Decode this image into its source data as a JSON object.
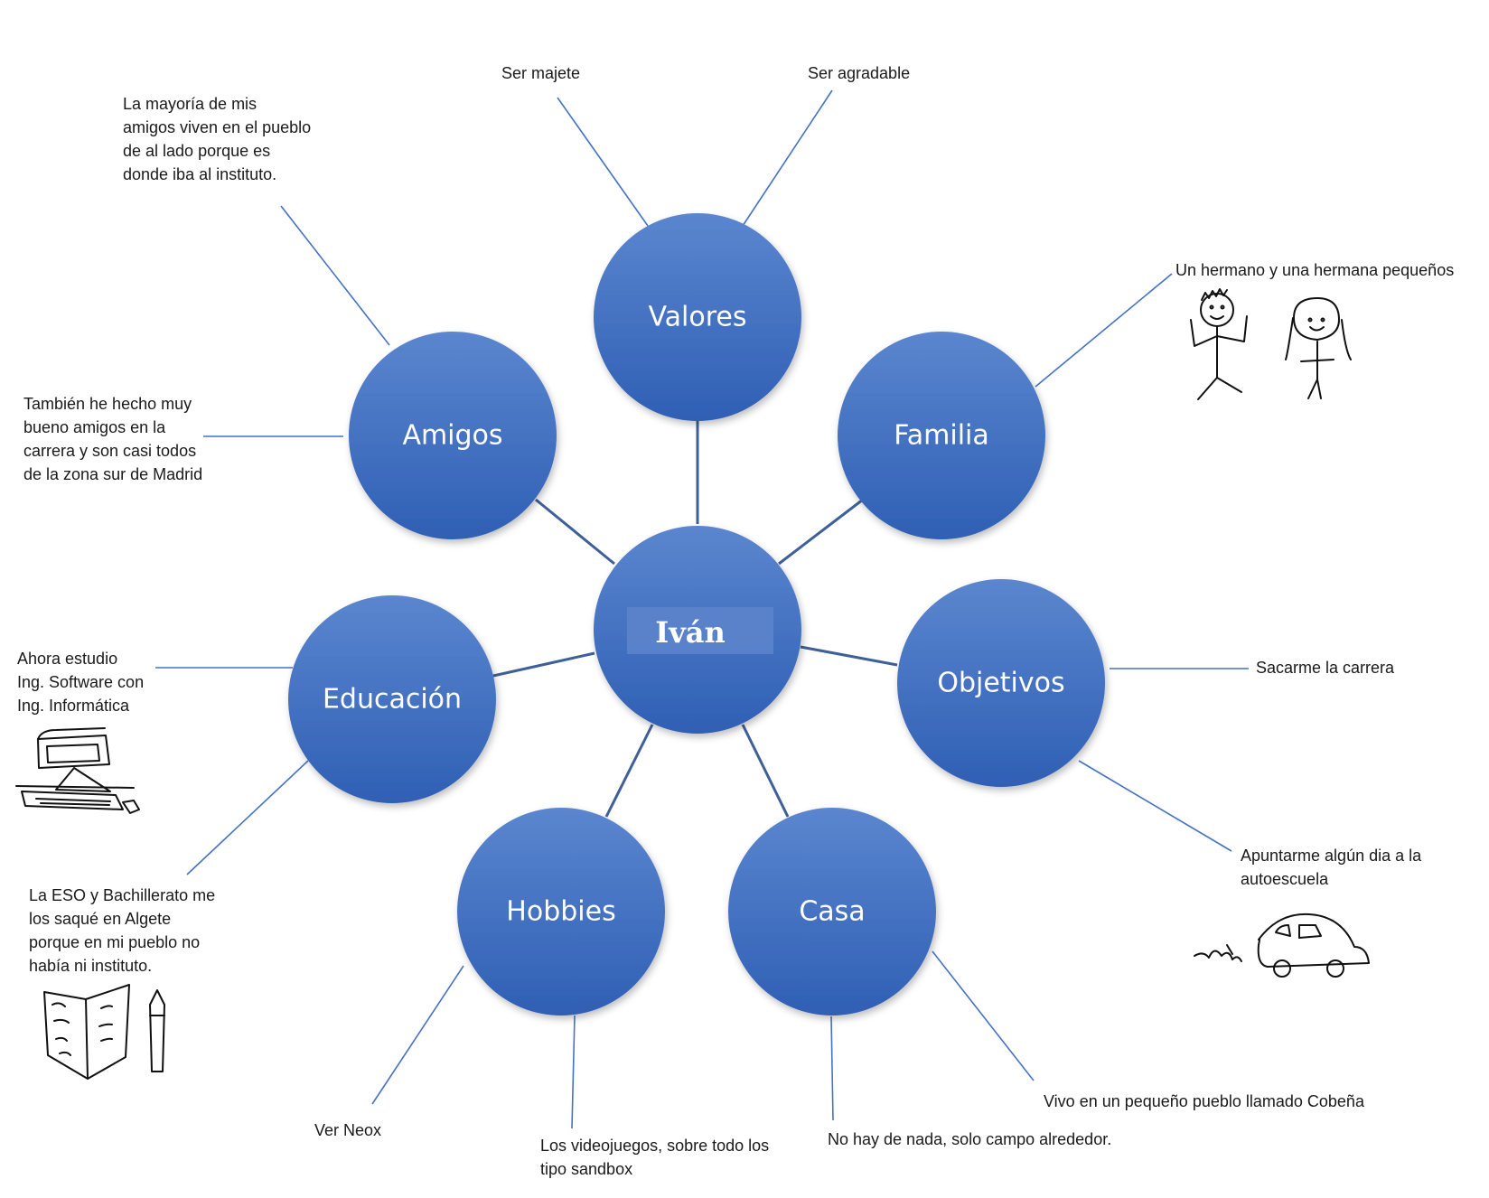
{
  "center": {
    "label": "Iván"
  },
  "nodes": {
    "valores": "Valores",
    "familia": "Familia",
    "amigos": "Amigos",
    "educacion": "Educación",
    "objetivos": "Objetivos",
    "hobbies": "Hobbies",
    "casa": "Casa"
  },
  "notes": {
    "ser_majete": [
      "Ser majete"
    ],
    "ser_agradable": [
      "Ser agradable"
    ],
    "amigos_pueblo": [
      "La mayoría de mis",
      "amigos viven en el pueblo",
      "de al lado porque es",
      "donde iba al instituto."
    ],
    "amigos_carrera": [
      "También he hecho muy",
      "bueno amigos en la",
      "carrera y son casi todos",
      "de la zona sur de Madrid"
    ],
    "familia_hermanos": [
      "Un hermano y una hermana pequeños"
    ],
    "educacion_estudio": [
      "Ahora estudio",
      "Ing. Software con",
      "Ing. Informática"
    ],
    "educacion_eso": [
      "La ESO y Bachillerato me",
      "los saqué en Algete",
      "porque en mi pueblo no",
      "había ni instituto."
    ],
    "objetivos_carrera": [
      "Sacarme la carrera"
    ],
    "objetivos_autoescuela": [
      "Apuntarme algún dia a la",
      "autoescuela"
    ],
    "hobbies_neox": [
      "Ver Neox"
    ],
    "hobbies_videojuegos": [
      "Los videojuegos, sobre todo los",
      "tipo sandbox"
    ],
    "casa_nada": [
      "No hay de nada, solo campo alrededor."
    ],
    "casa_pueblo": [
      "Vivo en un pequeño pueblo llamado Cobeña"
    ]
  },
  "colors": {
    "node_top": "#5b86cf",
    "node_bottom": "#2f5fb4",
    "connector": "#3d5f9a",
    "note_line": "#4472c4"
  }
}
